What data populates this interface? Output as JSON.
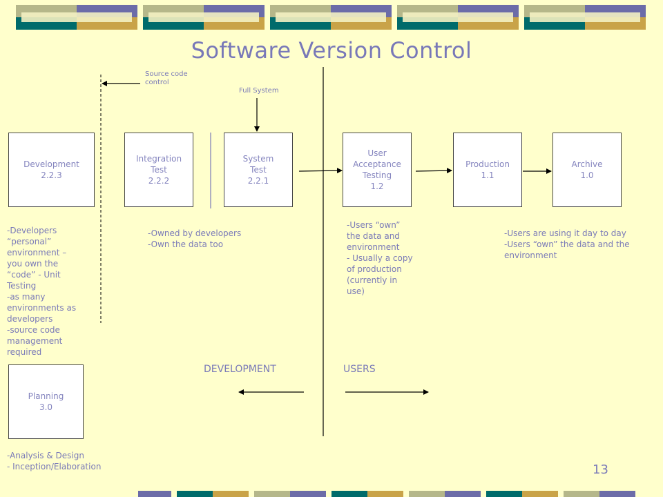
{
  "title": "Software Version Control",
  "boxes": [
    {
      "label": "Development\n2.2.3"
    },
    {
      "label": "Integration\nTest\n2.2.2"
    },
    {
      "label": "System\nTest\n2.2.1"
    },
    {
      "label": "User\nAcceptance\nTesting\n1.2"
    },
    {
      "label": "Production\n1.1"
    },
    {
      "label": "Archive\n1.0"
    },
    {
      "label": "Planning\n3.0"
    }
  ],
  "labels": {
    "source_code_control": "Source code\ncontrol",
    "full_system": "Full System",
    "development": "DEVELOPMENT",
    "users": "USERS"
  },
  "notes": {
    "development": "-Developers\n“personal”\nenvironment –\nyou own the\n“code”  - Unit\nTesting\n-as many\nenvironments as\ndevelopers\n-source code\nmanagement\nrequired",
    "integration": "-Owned by developers\n-Own the data too",
    "uat": "-Users “own”\nthe data and\nenvironment\n- Usually  a copy\nof production\n(currently in\nuse)",
    "production": "-Users are using it day to day\n-Users “own” the data and the\nenvironment",
    "planning": "-Analysis & Design\n- Inception/Elaboration"
  },
  "page_number": "13",
  "colors": {
    "background": "#FFFFCC",
    "text": "#7A7AB8",
    "olive": "#B5B78A",
    "purple": "#6C6CA8",
    "teal": "#006B6B",
    "gold": "#C9A348"
  }
}
